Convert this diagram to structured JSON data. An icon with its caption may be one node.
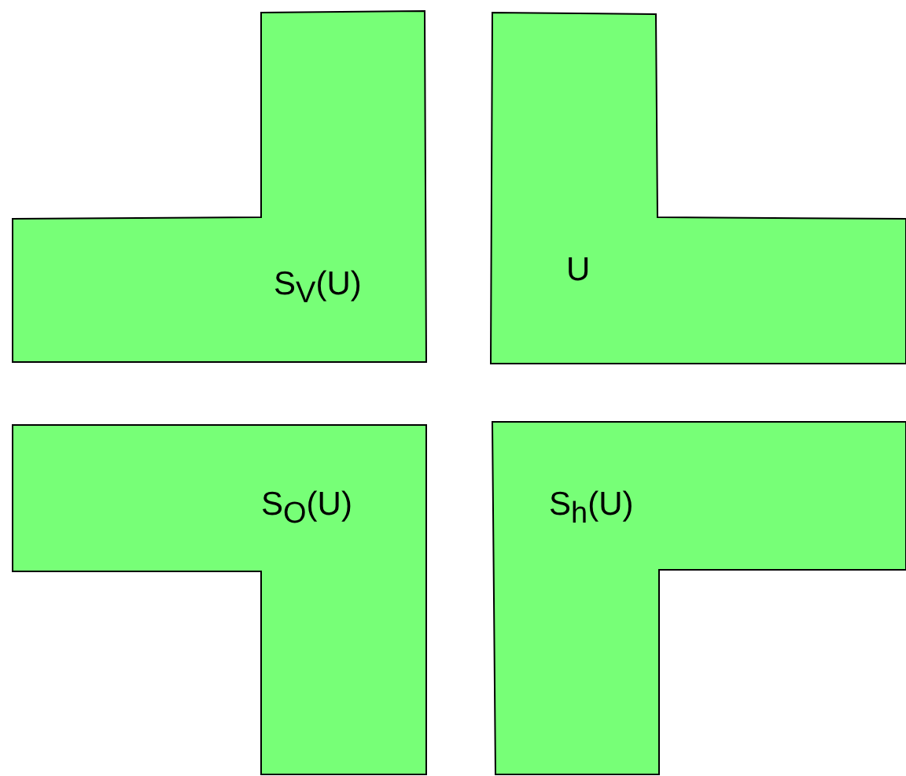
{
  "diagram": {
    "nodes": [
      {
        "text": [
          "S$_{V}$(U)"
        ]
      },
      {
        "text": [
          "U"
        ]
      },
      {
        "text": [
          "S$_{O}$(U)"
        ]
      },
      {
        "text": [
          "S$_{h}$(U)"
        ]
      }
    ]
  }
}
